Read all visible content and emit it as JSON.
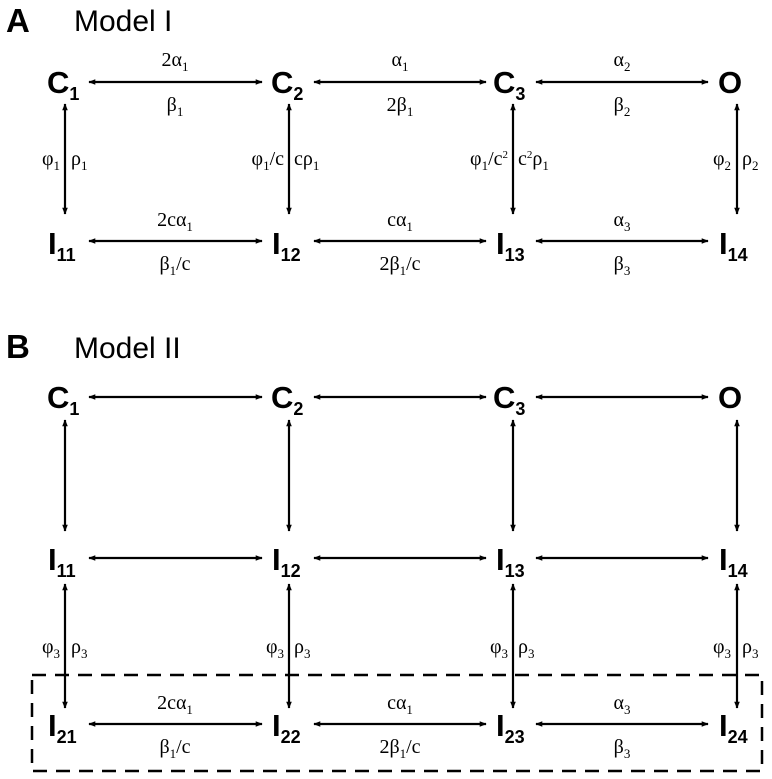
{
  "panel_a": {
    "letter": "A",
    "title": "Model I",
    "states": {
      "C1": {
        "main": "C",
        "sub": "1"
      },
      "C2": {
        "main": "C",
        "sub": "2"
      },
      "C3": {
        "main": "C",
        "sub": "3"
      },
      "O": {
        "main": "O",
        "sub": ""
      },
      "I11": {
        "main": "I",
        "sub": "11"
      },
      "I12": {
        "main": "I",
        "sub": "12"
      },
      "I13": {
        "main": "I",
        "sub": "13"
      },
      "I14": {
        "main": "I",
        "sub": "14"
      }
    },
    "rates": {
      "c1_c2_fwd": "2α1",
      "c1_c2_bwd": "β1",
      "c2_c3_fwd": "α1",
      "c2_c3_bwd": "2β1",
      "c3_o_fwd": "α2",
      "c3_o_bwd": "β2",
      "i11_i12_fwd": "2cα1",
      "i11_i12_bwd": "β1/c",
      "i12_i13_fwd": "cα1",
      "i12_i13_bwd": "2β1/c",
      "i13_i14_fwd": "α3",
      "i13_i14_bwd": "β3",
      "v1_left": "φ1",
      "v1_right": "ρ1",
      "v2_left": "φ1/c",
      "v2_right": "cρ1",
      "v3_left": "φ1/c²",
      "v3_right": "c²ρ1",
      "v4_left": "φ2",
      "v4_right": "ρ2"
    }
  },
  "panel_b": {
    "letter": "B",
    "title": "Model II",
    "states": {
      "C1": {
        "main": "C",
        "sub": "1"
      },
      "C2": {
        "main": "C",
        "sub": "2"
      },
      "C3": {
        "main": "C",
        "sub": "3"
      },
      "O": {
        "main": "O",
        "sub": ""
      },
      "I11": {
        "main": "I",
        "sub": "11"
      },
      "I12": {
        "main": "I",
        "sub": "12"
      },
      "I13": {
        "main": "I",
        "sub": "13"
      },
      "I14": {
        "main": "I",
        "sub": "14"
      },
      "I21": {
        "main": "I",
        "sub": "21"
      },
      "I22": {
        "main": "I",
        "sub": "22"
      },
      "I23": {
        "main": "I",
        "sub": "23"
      },
      "I24": {
        "main": "I",
        "sub": "24"
      }
    },
    "rates": {
      "v1_left": "φ3",
      "v1_right": "ρ3",
      "v2_left": "φ3",
      "v2_right": "ρ3",
      "v3_left": "φ3",
      "v3_right": "ρ3",
      "v4_left": "φ3",
      "v4_right": "ρ3",
      "i21_i22_fwd": "2cα1",
      "i21_i22_bwd": "β1/c",
      "i22_i23_fwd": "cα1",
      "i22_i23_bwd": "2β1/c",
      "i23_i24_fwd": "α3",
      "i23_i24_bwd": "β3"
    }
  }
}
